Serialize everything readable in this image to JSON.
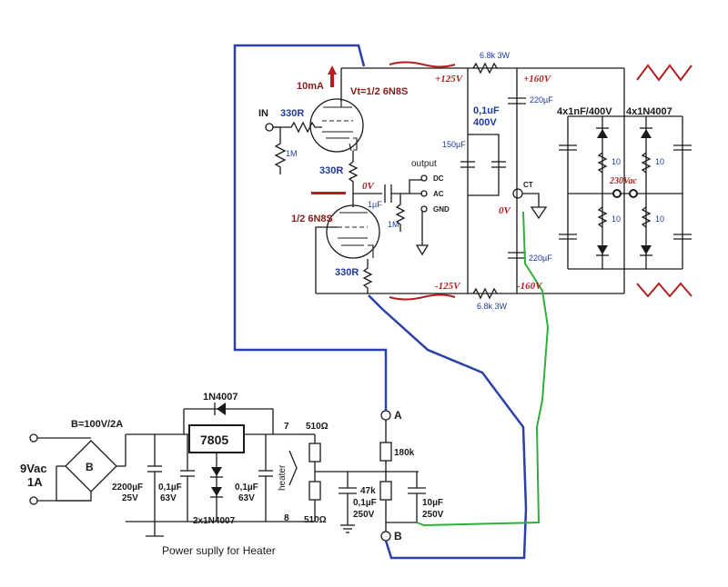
{
  "tube_section": {
    "current_label": "10mA",
    "tube_top_label": "Vt=1/2 6N8S",
    "tube_bottom_label": "1/2 6N8S",
    "input_label": "IN",
    "grid_resistor": "330R",
    "input_resistor": "1M",
    "cathode_resistor_top": "330R",
    "cathode_resistor_bottom": "330R",
    "output_title": "output",
    "output_dc": "DC",
    "output_ac": "AC",
    "output_gnd": "GND",
    "coupling_cap": "1µF",
    "output_resistor": "1M",
    "zero_volt_left": "0V"
  },
  "supply_section": {
    "pos_rail": "+125V",
    "neg_rail": "-125V",
    "pos_high": "+160V",
    "neg_high": "-160V",
    "resistor_top": "6.8k 3W",
    "resistor_bottom": "6.8k 3W",
    "cap_film_value": "0,1uF",
    "cap_film_voltage": "400V",
    "cap_bulk": "150µF",
    "cap_top": "220µF",
    "cap_bottom": "220µF",
    "center_tap": "CT",
    "zero_volt_right": "0V",
    "bridge_caps": "4x1nF/400V",
    "bridge_diodes": "4x1N4007",
    "bridge_r1": "10",
    "bridge_r2": "10",
    "bridge_r3": "10",
    "bridge_r4": "10",
    "ac_input": "230Vac"
  },
  "heater_section": {
    "diode_top": "1N4007",
    "rectifier": "B=100V/2A",
    "input_voltage": "9Vac",
    "input_current": "1A",
    "bridge_label": "B",
    "regulator": "7805",
    "cap_main": "2200µF",
    "cap_main_voltage": "25V",
    "cap_small_1": "0,1µF",
    "cap_small_1_voltage": "63V",
    "cap_small_2": "0,1µF",
    "cap_small_2_voltage": "63V",
    "diodes_pair": "2x1N4007",
    "heater_label": "heater",
    "pin_7": "7",
    "pin_8": "8",
    "r_top": "510Ω",
    "r_bottom": "510Ω",
    "r_divider": "180k",
    "r_lower": "47k",
    "cap_lower": "0,1µF",
    "cap_lower_voltage": "250V",
    "cap_elec": "10µF",
    "cap_elec_voltage": "250V",
    "node_a": "A",
    "node_b": "B",
    "caption": "Power suplly for Heater"
  },
  "colors": {
    "wire": "#1a1a1a",
    "blue_link": "#2a3fa8",
    "green_link": "#2fae3c",
    "label_red": "#8b1a1a",
    "label_blue": "#1e3a9a"
  }
}
